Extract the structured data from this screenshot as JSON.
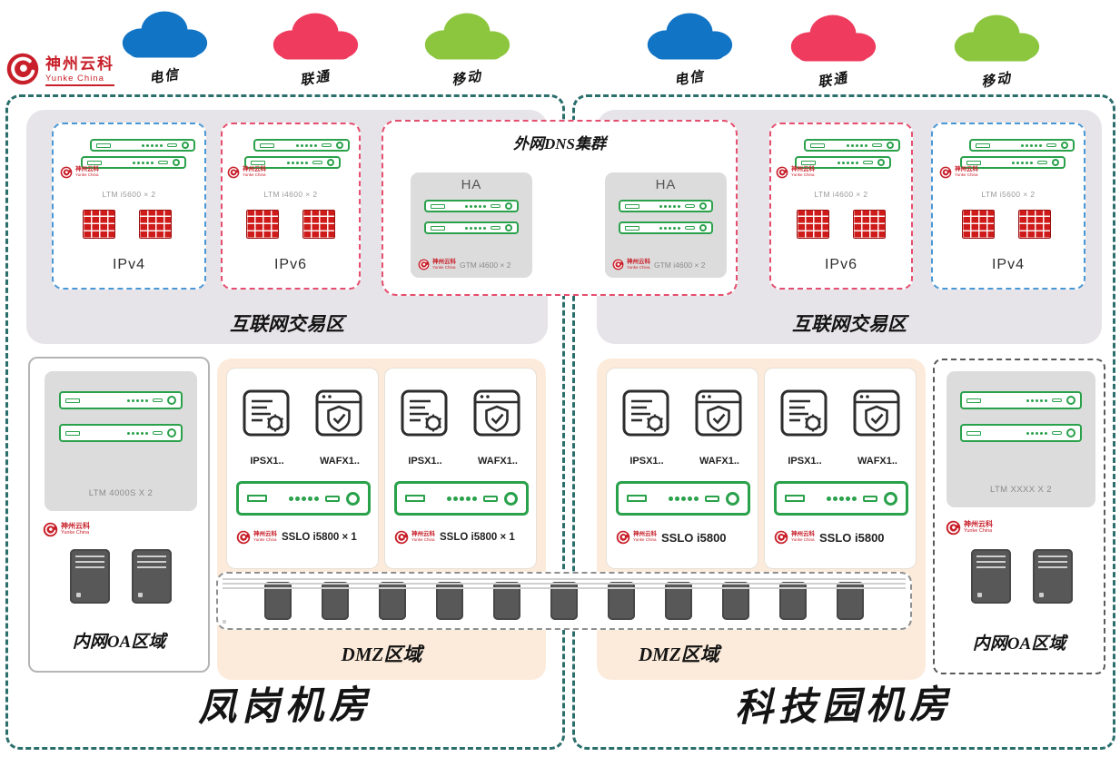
{
  "logo": {
    "title": "神州云科",
    "subtitle": "Yunke China"
  },
  "isp_clouds": {
    "left": [
      {
        "label": "电信",
        "color": "#1274c5"
      },
      {
        "label": "联通",
        "color": "#ee3b5e"
      },
      {
        "label": "移动",
        "color": "#8cc63e"
      }
    ],
    "right": [
      {
        "label": "电信",
        "color": "#1274c5"
      },
      {
        "label": "联通",
        "color": "#ee3b5e"
      },
      {
        "label": "移动",
        "color": "#8cc63e"
      }
    ]
  },
  "dns_cluster": {
    "title": "外网DNS集群",
    "ha_nodes": [
      {
        "label": "HA",
        "device": "GTM i4600 × 2"
      },
      {
        "label": "HA",
        "device": "GTM i4600 × 2"
      }
    ]
  },
  "left_dc": {
    "name": "凤岗机房",
    "internet_zone": {
      "label": "互联网交易区",
      "ipv4": {
        "device": "LTM i5600 × 2",
        "label": "IPv4"
      },
      "ipv6": {
        "device": "LTM i4600 × 2",
        "label": "IPv6"
      }
    },
    "oa_zone": {
      "device": "LTM 4000S X 2",
      "label": "内网OA区域"
    },
    "dmz": {
      "label": "DMZ区域",
      "groups": [
        {
          "ips": "IPSX1..",
          "waf": "WAFX1..",
          "sslo": "SSLO i5800 × 1"
        },
        {
          "ips": "IPSX1..",
          "waf": "WAFX1..",
          "sslo": "SSLO i5800 × 1"
        }
      ]
    }
  },
  "right_dc": {
    "name": "科技园机房",
    "internet_zone": {
      "label": "互联网交易区",
      "ipv6": {
        "device": "LTM i4600 × 2",
        "label": "IPv6"
      },
      "ipv4": {
        "device": "LTM i5600 × 2",
        "label": "IPv4"
      }
    },
    "oa_zone": {
      "device": "LTM XXXX X 2",
      "label": "内网OA区域"
    },
    "dmz": {
      "label": "DMZ区域",
      "groups": [
        {
          "ips": "IPSX1..",
          "waf": "WAFX1..",
          "sslo": "SSLO i5800"
        },
        {
          "ips": "IPSX1..",
          "waf": "WAFX1..",
          "sslo": "SSLO i5800"
        }
      ]
    }
  },
  "colors": {
    "dc_border": "#2b6f6d",
    "ipv4_border": "#4a97d6",
    "ipv6_border": "#e54e6e",
    "appliance_green": "#2aa14b",
    "firewall_red": "#cf1a1a",
    "dmz_bg": "#fcebdb",
    "zone_bg": "#e6e4e8",
    "logo_red": "#c8202a"
  }
}
